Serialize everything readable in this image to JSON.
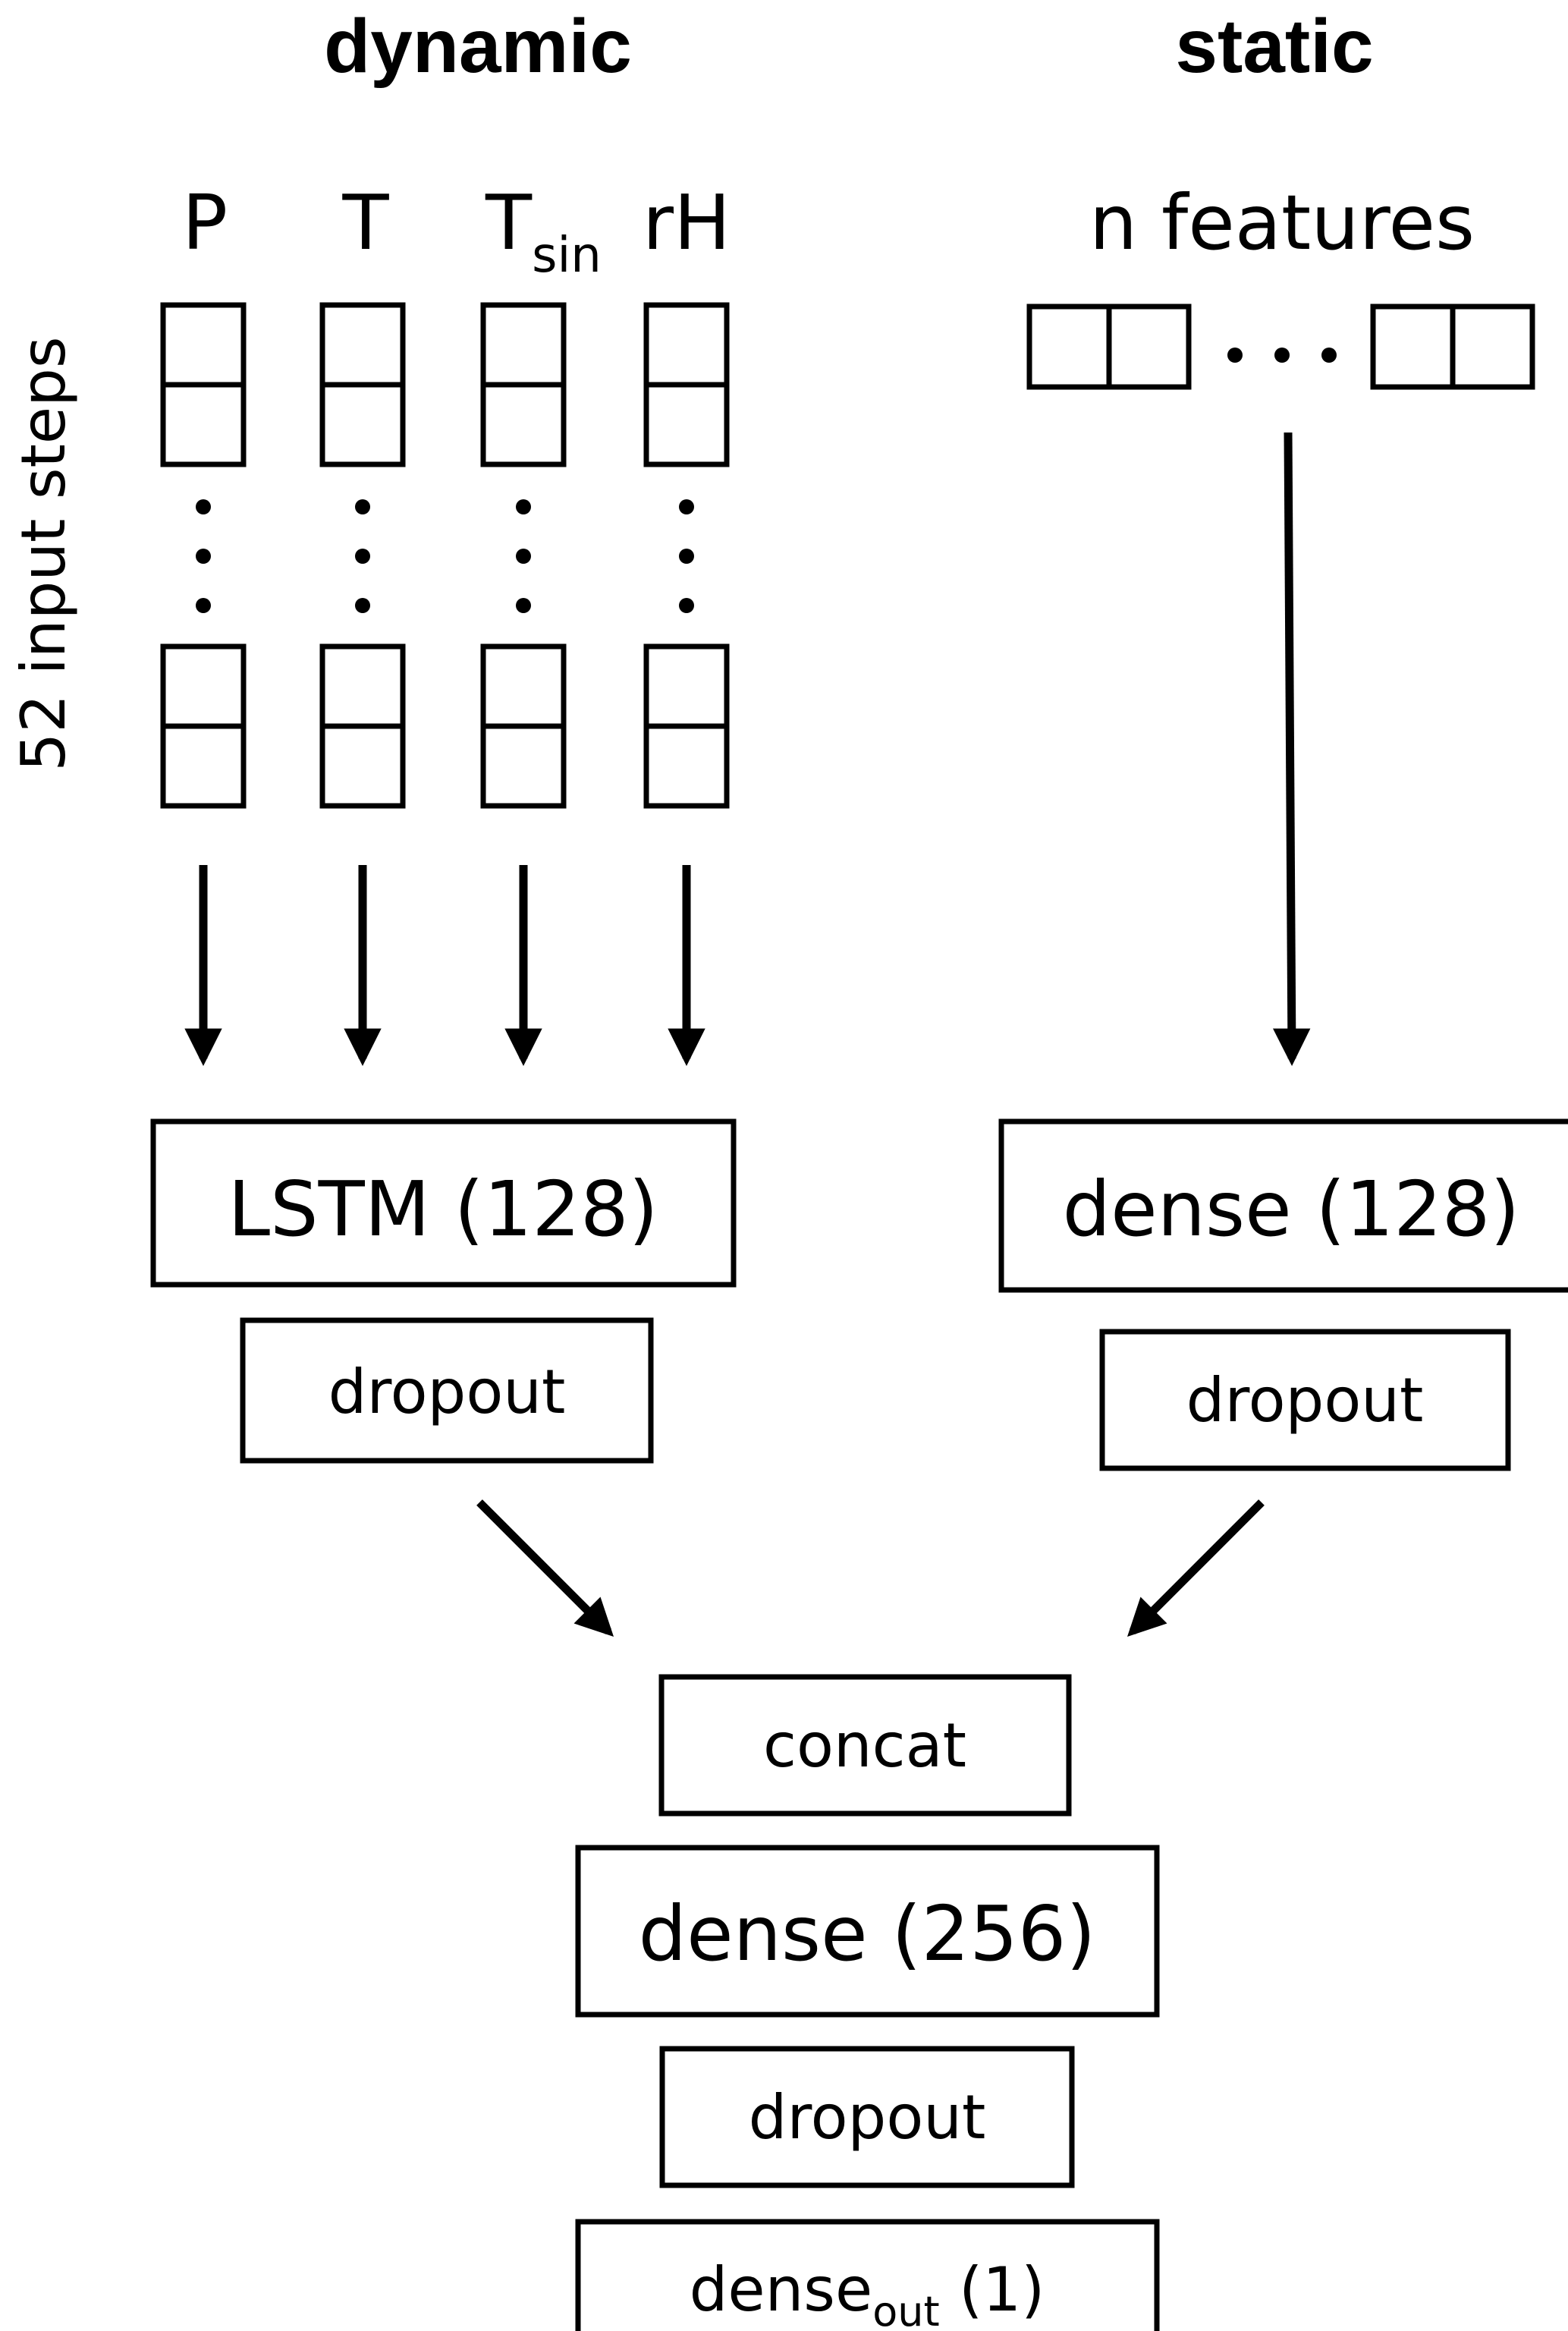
{
  "headings": {
    "dynamic": "dynamic",
    "static": "static"
  },
  "dynamic_inputs": [
    {
      "label": "P",
      "sub": ""
    },
    {
      "label": "T",
      "sub": ""
    },
    {
      "label": "T",
      "sub": "sin"
    },
    {
      "label": "rH",
      "sub": ""
    }
  ],
  "input_steps_label": "52 input steps",
  "static_features_label": "n features",
  "layers": {
    "lstm": "LSTM (128)",
    "dropout_left": "dropout",
    "dense_static": "dense (128)",
    "dropout_right": "dropout",
    "concat": "concat",
    "dense_merged": "dense (256)",
    "dropout_merged": "dropout",
    "dense_out_base": "dense",
    "dense_out_sub": "out",
    "dense_out_tail": " (1)"
  }
}
